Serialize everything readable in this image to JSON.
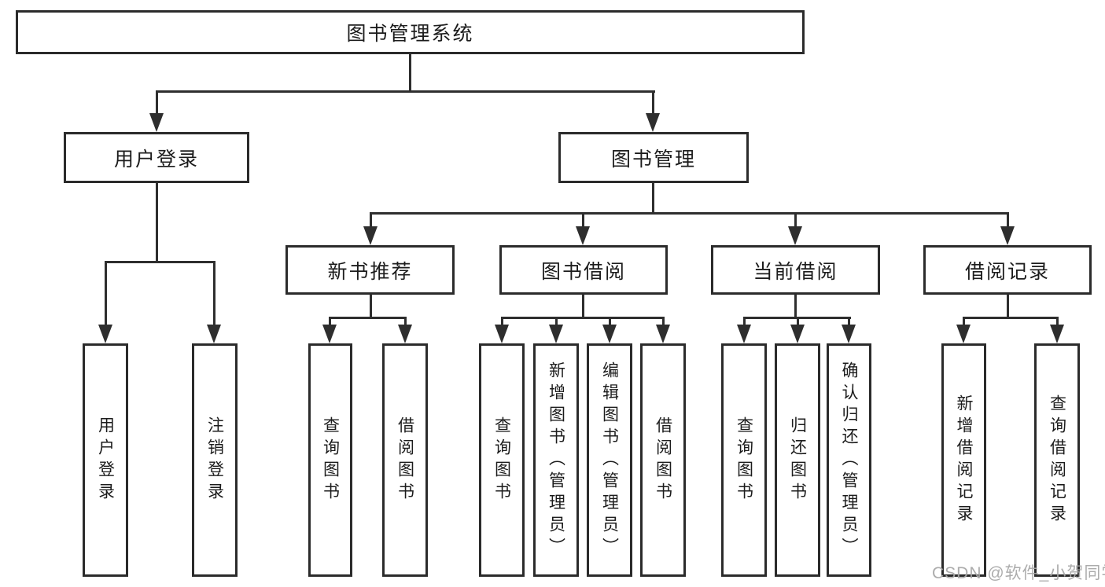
{
  "diagram": {
    "title": "图书管理系统",
    "colors": {
      "line": "#2e2e2e",
      "box_border": "#2b2b2b",
      "text": "#1c1c1c",
      "background": "#ffffff",
      "watermark": "#a8a8a8"
    },
    "root": {
      "label": "图书管理系统"
    },
    "level2": {
      "user_login": {
        "label": "用户登录"
      },
      "book_management": {
        "label": "图书管理"
      }
    },
    "level3": {
      "new_book_recommend": {
        "label": "新书推荐"
      },
      "book_borrow": {
        "label": "图书借阅"
      },
      "current_borrow": {
        "label": "当前借阅"
      },
      "borrow_records": {
        "label": "借阅记录"
      }
    },
    "leaves": {
      "user_login": {
        "label": "用户登录"
      },
      "logout": {
        "label": "注销登录"
      },
      "recommend_query_books": {
        "label": "查询图书"
      },
      "recommend_borrow_books": {
        "label": "借阅图书"
      },
      "borrow_query_books": {
        "label": "查询图书"
      },
      "add_book_admin": {
        "label": "新增图书（管理员）"
      },
      "edit_book_admin": {
        "label": "编辑图书（管理员）"
      },
      "borrow_borrow_books": {
        "label": "借阅图书"
      },
      "current_query_books": {
        "label": "查询图书"
      },
      "return_book": {
        "label": "归还图书"
      },
      "confirm_return_admin": {
        "label": "确认归还（管理员）"
      },
      "add_borrow_record": {
        "label": "新增借阅记录"
      },
      "query_borrow_record": {
        "label": "查询借阅记录"
      }
    },
    "watermark": "CSDN @软件_小贺同学"
  }
}
